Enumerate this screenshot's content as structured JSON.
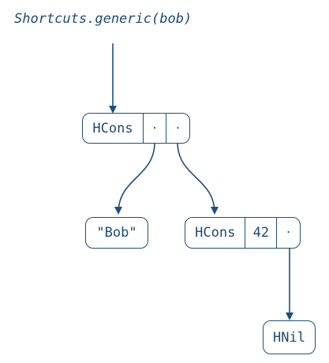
{
  "colors": {
    "ink": "#1d4f7f",
    "text": "#1e4a72"
  },
  "caption": "Shortcuts.generic(bob)",
  "nodes": {
    "root": {
      "head": "HCons",
      "cells": [
        "·",
        "·"
      ]
    },
    "bob": {
      "label": "\"Bob\""
    },
    "inner": {
      "head": "HCons",
      "value": "42",
      "cells": [
        "·"
      ]
    },
    "nil": {
      "label": "HNil"
    }
  },
  "edges": [
    {
      "from": "caption",
      "to": "root"
    },
    {
      "from": "root.cell1",
      "to": "bob"
    },
    {
      "from": "root.cell2",
      "to": "inner"
    },
    {
      "from": "inner.cell",
      "to": "nil"
    }
  ]
}
